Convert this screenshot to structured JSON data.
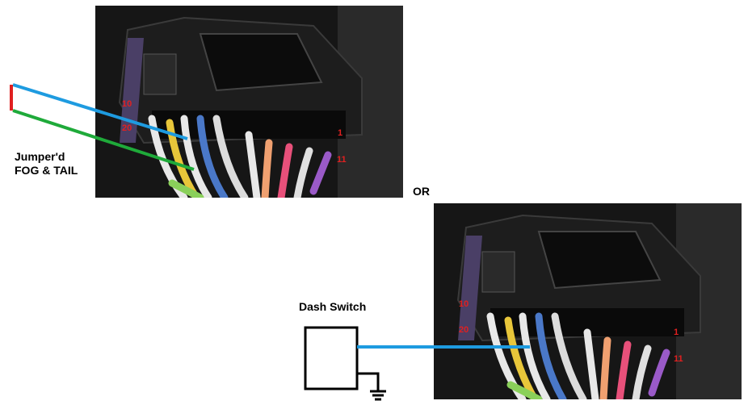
{
  "labels": {
    "jumper": "Jumper'd\nFOG & TAIL",
    "or": "OR",
    "dash_switch": "Dash Switch"
  },
  "photo1_pins": {
    "p10": "10",
    "p20": "20",
    "p1": "1",
    "p11": "11"
  },
  "photo2_pins": {
    "p10": "10",
    "p20": "20",
    "p1": "1",
    "p11": "11"
  },
  "colors": {
    "blue_wire": "#1e9be0",
    "green_wire": "#1faa3a",
    "red_jumper": "#e02020",
    "pin_text": "#e02020"
  }
}
